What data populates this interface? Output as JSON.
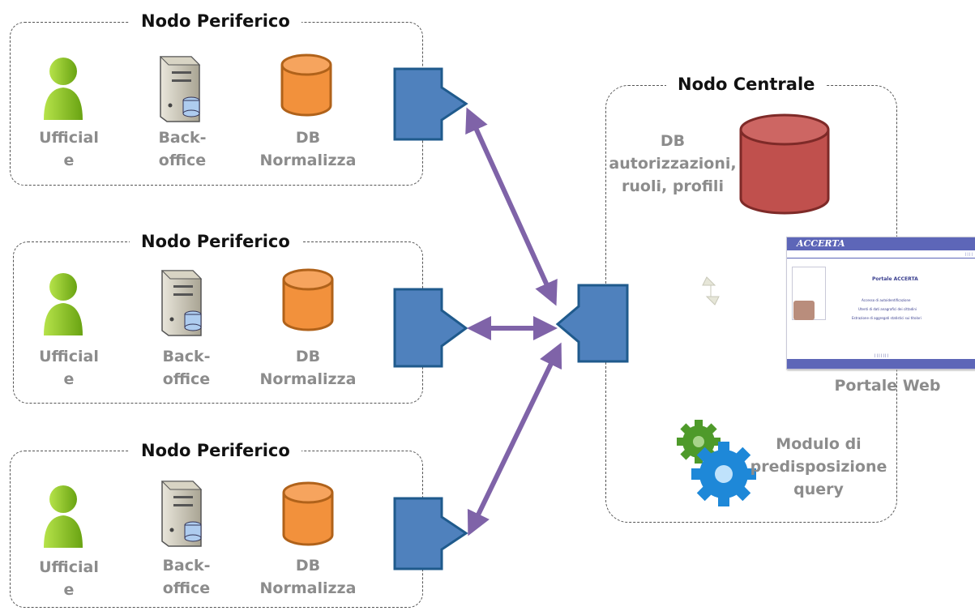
{
  "peripheral_nodes": [
    {
      "title": "Nodo Periferico",
      "officer": [
        "Ufficial",
        "e"
      ],
      "backoffice": [
        "Back-",
        "office"
      ],
      "db": [
        "DB",
        "Normalizza"
      ]
    },
    {
      "title": "Nodo Periferico",
      "officer": [
        "Ufficial",
        "e"
      ],
      "backoffice": [
        "Back-",
        "office"
      ],
      "db": [
        "DB",
        "Normalizza"
      ]
    },
    {
      "title": "Nodo Periferico",
      "officer": [
        "Ufficial",
        "e"
      ],
      "backoffice": [
        "Back-",
        "office"
      ],
      "db": [
        "DB",
        "Normalizza"
      ]
    }
  ],
  "central_node": {
    "title": "Nodo Centrale",
    "db_label": [
      "DB",
      "autorizzazioni,",
      "ruoli, profili"
    ],
    "portal_label": "Portale Web",
    "module_label": [
      "Modulo di",
      "predisposizione",
      "query"
    ]
  },
  "portal": {
    "brand": "ACCERTA",
    "heading": "Portale ACCERTA",
    "lines": [
      "Accesso di autoidentificazione",
      "Utenti di dati anagrafici dei cittadini",
      "Estrazione di aggregati statistici sui titolari"
    ]
  },
  "colors": {
    "person": "#8ac61c",
    "db_orange": "#f2913c",
    "db_red": "#c0504d",
    "connector": "#4a7ebb",
    "arrow": "#7f63a8"
  }
}
